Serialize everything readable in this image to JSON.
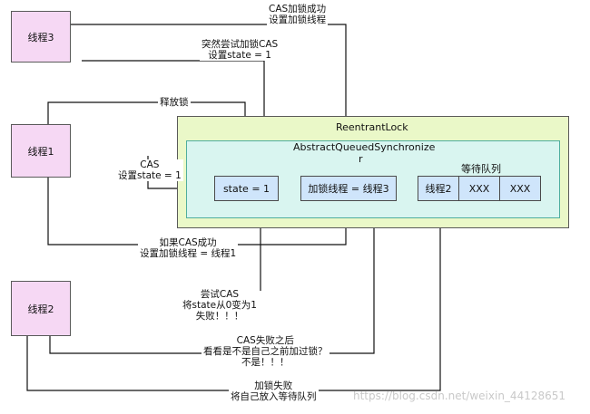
{
  "threads": {
    "t3": "线程3",
    "t1": "线程1",
    "t2": "线程2"
  },
  "reentrant_lock": {
    "title": "ReentrantLock"
  },
  "aqs": {
    "title_line1": "AbstractQueuedSynchronize",
    "title_line2": "r",
    "state": "state = 1",
    "owner": "加锁线程 = 线程3",
    "queue_title": "等待队列",
    "queue_items": [
      "线程2",
      "XXX",
      "XXX"
    ]
  },
  "labels": {
    "top_cas": [
      "CAS加锁成功",
      "设置加锁线程"
    ],
    "sudden": [
      "突然尝试加锁CAS",
      "设置state = 1"
    ],
    "release": [
      "释放锁"
    ],
    "cas_t1": [
      "CAS",
      "设置state = 1"
    ],
    "if_success": [
      "如果CAS成功",
      "设置加锁线程 = 线程1"
    ],
    "try_cas": [
      "尝试CAS",
      "将state从0变为1",
      "失败！！！"
    ],
    "after_fail": [
      "CAS失败之后",
      "看看是不是自己之前加过锁？",
      "不是！！！"
    ],
    "lock_fail": [
      "加锁失败",
      "将自己放入等待队列"
    ]
  },
  "watermark": "https://blog.csdn.net/weixin_44128651",
  "colors": {
    "thread_fill": "#f6d8f4",
    "lock_fill": "#eaf8c8",
    "aqs_fill": "#d9f5f0",
    "cell_fill": "#cfe5fb"
  }
}
